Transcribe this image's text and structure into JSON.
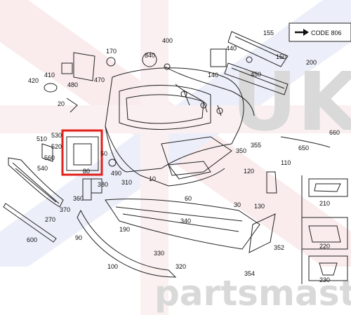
{
  "code_label": "CODE 806",
  "watermark": {
    "top": "UK",
    "bottom": "partsmaster"
  },
  "highlight_color": "#e0201b",
  "part_labels": [
    "155",
    "150",
    "170",
    "400",
    "840",
    "440",
    "200",
    "450",
    "420",
    "410",
    "480",
    "470",
    "140",
    "20",
    "660",
    "510",
    "530",
    "520",
    "560",
    "80",
    "50",
    "350",
    "355",
    "650",
    "490",
    "540",
    "360",
    "380",
    "310",
    "10",
    "120",
    "110",
    "210",
    "370",
    "270",
    "600",
    "60",
    "30",
    "130",
    "340",
    "190",
    "90",
    "220",
    "352",
    "330",
    "320",
    "100",
    "354",
    "230"
  ]
}
